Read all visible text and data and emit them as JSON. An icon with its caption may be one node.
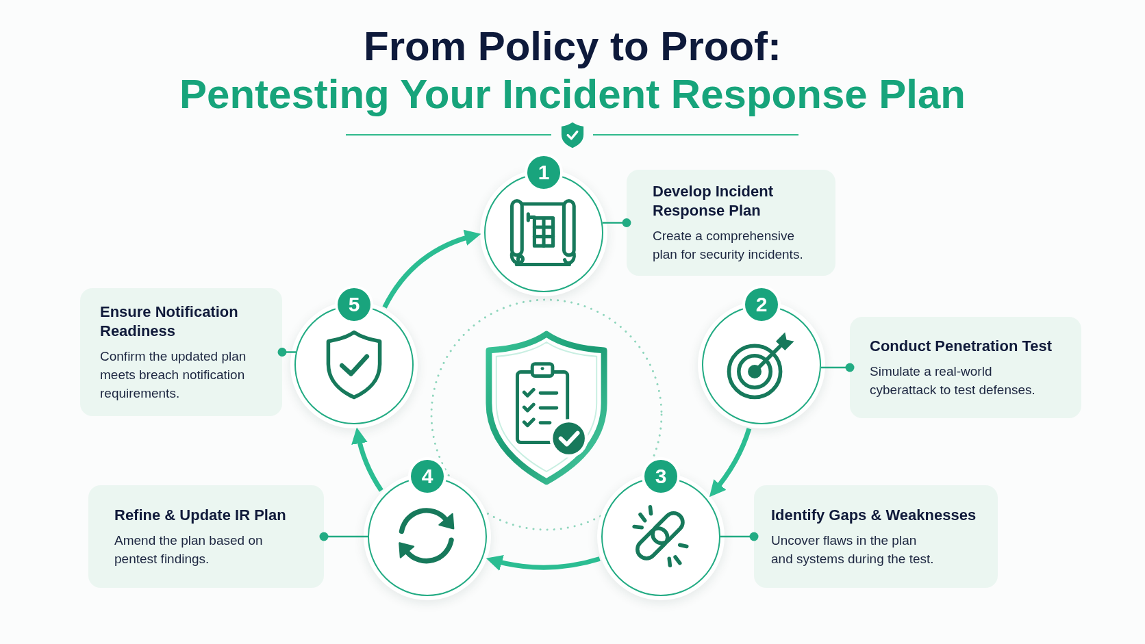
{
  "diagram": {
    "title": "From Policy to Proof:",
    "nodes": [
      {
        "text": [
          "1"
        ]
      },
      {
        "text": [
          "Develop Incident Response Plan",
          "Create a comprehensive plan for security incidents."
        ]
      },
      {
        "text": [
          "2"
        ]
      },
      {
        "text": [
          "Conduct Penetration Test",
          "Simulate a real-world cyberattack to test defenses."
        ]
      },
      {
        "text": [
          "3"
        ]
      },
      {
        "text": [
          "Identify Gaps & Weaknesses",
          "Uncover flaws in the plan and systems during the test."
        ]
      },
      {
        "text": [
          "4"
        ]
      },
      {
        "text": [
          "Refine & Update IR Plan",
          "Amend the plan based on pentest findings."
        ]
      },
      {
        "text": [
          "5"
        ]
      },
      {
        "text": [
          "Ensure Notification Readiness",
          "Confirm the updated plan meets breach notification requirements."
        ]
      }
    ],
    "edges": [
      {
        "from": 0,
        "to": 1,
        "arrow": "other"
      },
      {
        "from": 2,
        "to": 3,
        "arrow": "other"
      },
      {
        "from": 4,
        "to": 5,
        "arrow": "other"
      },
      {
        "from": 6,
        "to": 7,
        "arrow": "other"
      },
      {
        "from": 8,
        "to": 9,
        "arrow": "other"
      },
      {
        "from": 2,
        "to": 4,
        "arrow": "to",
        "style": "thick"
      },
      {
        "from": 4,
        "to": 6,
        "arrow": "to",
        "style": "thick"
      },
      {
        "from": 6,
        "to": 8,
        "arrow": "to",
        "style": "thick"
      },
      {
        "from": 8,
        "to": 0,
        "arrow": "to",
        "style": "thick"
      }
    ],
    "labels": [
      "Pentesting Your Incident Response Plan"
    ]
  }
}
